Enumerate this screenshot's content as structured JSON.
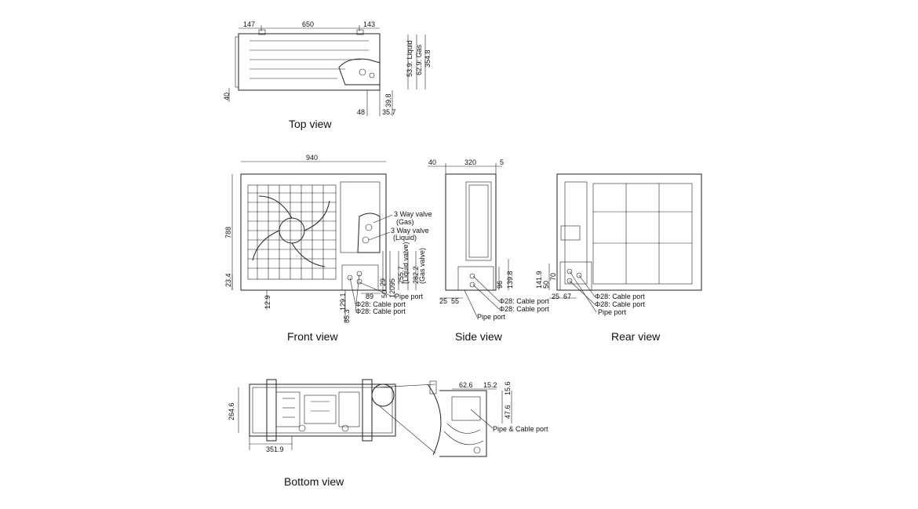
{
  "views": {
    "top": "Top view",
    "front": "Front view",
    "side": "Side view",
    "rear": "Rear view",
    "bottom": "Bottom view"
  },
  "top_view": {
    "dims": [
      "147",
      "650",
      "143",
      "40",
      "48",
      "39.8",
      "35.7",
      "53.9: Liquid",
      "62.9: Gas",
      "354.8"
    ]
  },
  "front_view": {
    "dims": [
      "940",
      "788",
      "23.4",
      "12.9",
      "129.1",
      "85.3",
      "89",
      "29",
      "95",
      "50",
      "120",
      "255.7",
      "(Liquid valve)",
      "282.2",
      "(Gas valve)"
    ],
    "labels": [
      "3 Way valve",
      "(Gas)",
      "3 Way valve",
      "(Liquid)",
      "Pipe port",
      "Φ28: Cable port",
      "Φ28: Cable port"
    ]
  },
  "side_view": {
    "dims": [
      "40",
      "320",
      "5",
      "96",
      "139.8",
      "25",
      "55"
    ],
    "labels": [
      "Φ28: Cable port",
      "Φ28: Cable port",
      "Pipe port"
    ]
  },
  "rear_view": {
    "dims": [
      "141.9",
      "50",
      "70",
      "25",
      "67"
    ],
    "labels": [
      "Φ28: Cable port",
      "Φ28: Cable port",
      "Pipe port"
    ]
  },
  "bottom_view": {
    "dims": [
      "264.6",
      "351.9",
      "62.6",
      "15.2",
      "15.6",
      "47.6"
    ],
    "labels": [
      "Pipe & Cable port"
    ]
  }
}
